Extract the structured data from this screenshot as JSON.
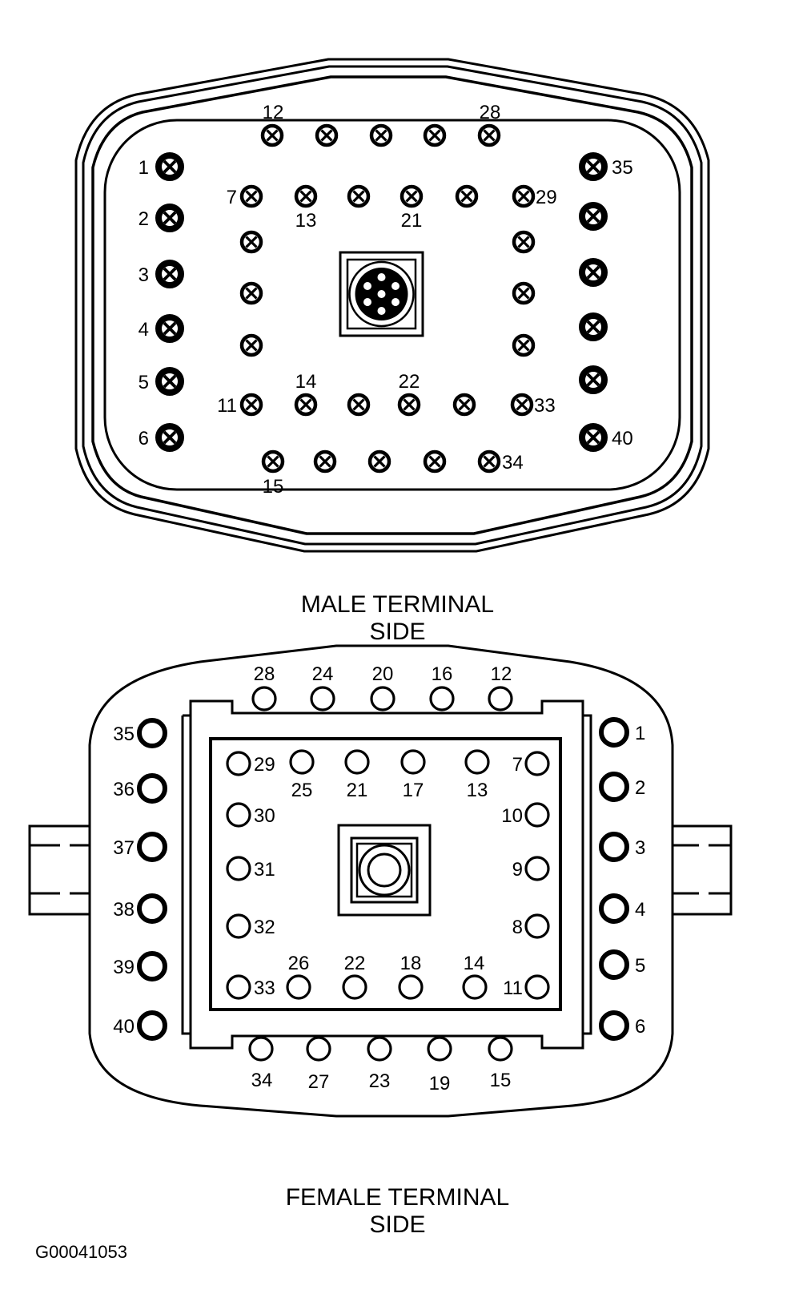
{
  "male_connector": {
    "caption_line1": "MALE TERMINAL",
    "caption_line2": "SIDE",
    "labels": [
      "1",
      "2",
      "3",
      "4",
      "5",
      "6",
      "7",
      "11",
      "12",
      "13",
      "14",
      "15",
      "21",
      "22",
      "28",
      "29",
      "33",
      "34",
      "35",
      "40"
    ]
  },
  "female_connector": {
    "caption_line1": "FEMALE TERMINAL",
    "caption_line2": "SIDE",
    "labels": [
      "1",
      "2",
      "3",
      "4",
      "5",
      "6",
      "7",
      "8",
      "9",
      "10",
      "11",
      "12",
      "13",
      "14",
      "15",
      "16",
      "17",
      "18",
      "19",
      "20",
      "21",
      "22",
      "23",
      "24",
      "25",
      "26",
      "27",
      "28",
      "29",
      "30",
      "31",
      "32",
      "33",
      "34",
      "35",
      "36",
      "37",
      "38",
      "39",
      "40"
    ]
  },
  "figure_id": "G00041053"
}
